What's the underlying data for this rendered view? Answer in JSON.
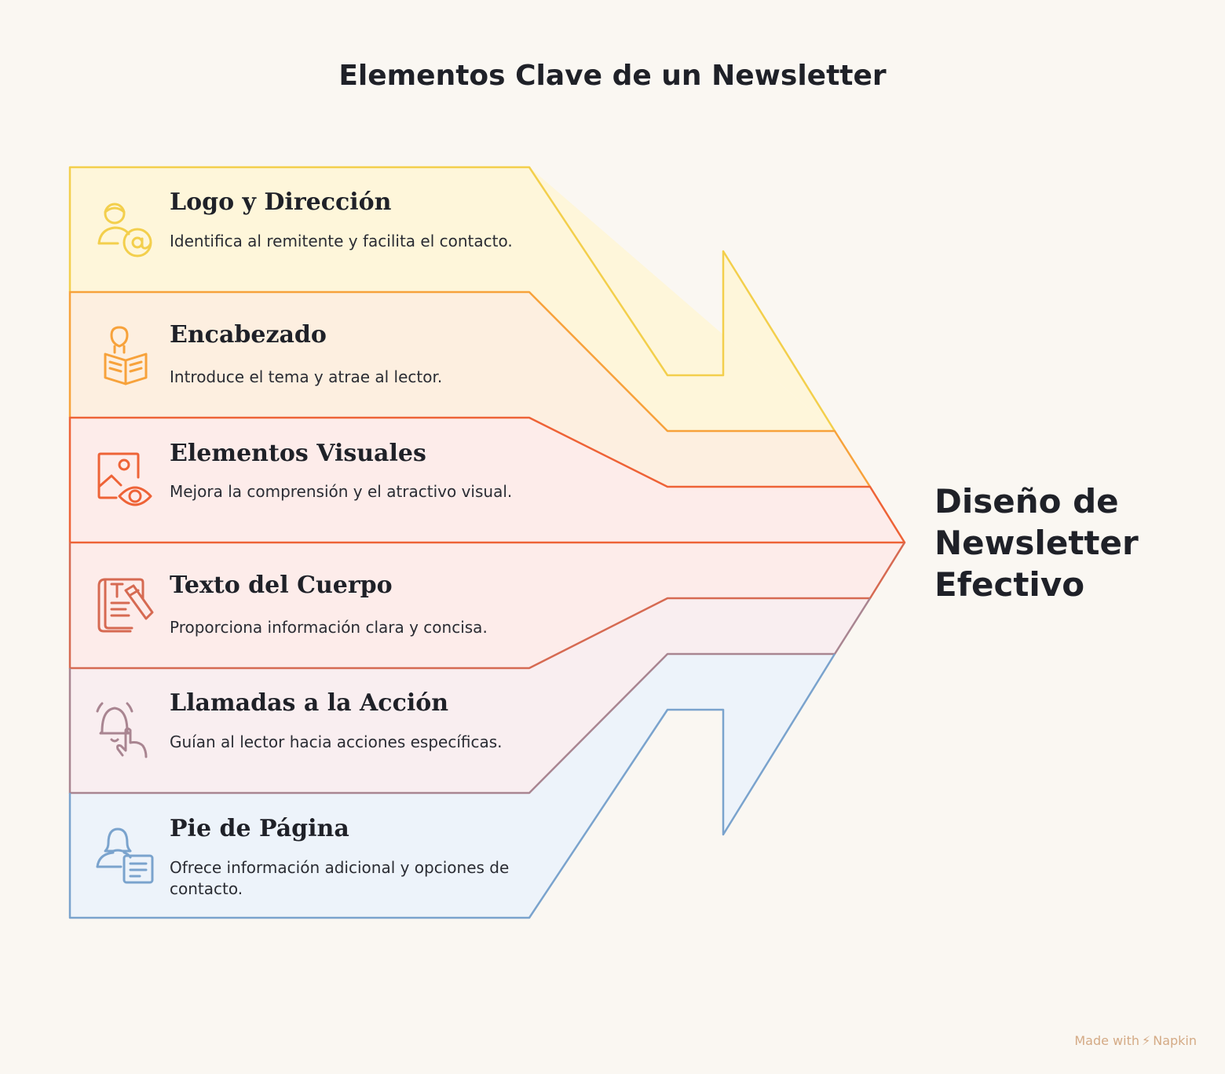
{
  "title": "Elementos Clave de un Newsletter",
  "goal": "Diseño de Newsletter Efectivo",
  "items": [
    {
      "heading": "Logo y Dirección",
      "description": "Identifica al remitente y facilita el contacto.",
      "icon": "person-at-icon",
      "stroke": "#f3cf4c",
      "fill": "#fef6da"
    },
    {
      "heading": "Encabezado",
      "description": "Introduce el tema y atrae al lector.",
      "icon": "reading-newspaper-icon",
      "stroke": "#f7a23b",
      "fill": "#fdefe0"
    },
    {
      "heading": "Elementos Visuales",
      "description": "Mejora la comprensión y el atractivo visual.",
      "icon": "image-eye-icon",
      "stroke": "#ee6337",
      "fill": "#fdecea"
    },
    {
      "heading": "Texto del Cuerpo",
      "description": "Proporciona información clara y concisa.",
      "icon": "document-pencil-icon",
      "stroke": "#d66a52",
      "fill": "#fdecea"
    },
    {
      "heading": "Llamadas a la Acción",
      "description": "Guían al lector hacia acciones específicas.",
      "icon": "bell-touch-icon",
      "stroke": "#a98591",
      "fill": "#f9eef0"
    },
    {
      "heading": "Pie de Página",
      "description": "Ofrece información adicional y opciones de contacto.",
      "icon": "person-document-icon",
      "stroke": "#7aa3cd",
      "fill": "#edf3fa"
    }
  ],
  "footer": {
    "made_with": "Made with",
    "brand": "Napkin"
  }
}
